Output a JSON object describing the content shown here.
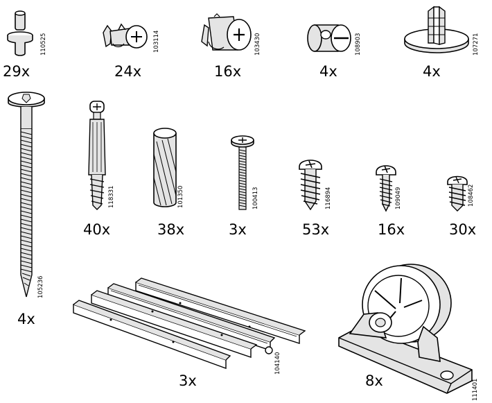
{
  "colors": {
    "ink": "#000000",
    "fill": "#e4e4e4",
    "paper": "#ffffff"
  },
  "parts": [
    {
      "id": "dowel-cap",
      "qty": "29x",
      "code": "110525"
    },
    {
      "id": "cam-lock-small",
      "qty": "24x",
      "code": "103114"
    },
    {
      "id": "cam-lock-large",
      "qty": "16x",
      "code": "103430"
    },
    {
      "id": "barrel-nut",
      "qty": "4x",
      "code": "108903"
    },
    {
      "id": "leveling-foot",
      "qty": "4x",
      "code": "107271"
    },
    {
      "id": "long-bolt",
      "qty": "4x",
      "code": "105236"
    },
    {
      "id": "cam-dowel",
      "qty": "40x",
      "code": "118331"
    },
    {
      "id": "wood-dowel",
      "qty": "38x",
      "code": "101350"
    },
    {
      "id": "machine-screw",
      "qty": "3x",
      "code": "100413"
    },
    {
      "id": "screw-medium",
      "qty": "53x",
      "code": "116894"
    },
    {
      "id": "screw-small",
      "qty": "16x",
      "code": "109049"
    },
    {
      "id": "screw-short",
      "qty": "30x",
      "code": "108462"
    },
    {
      "id": "drawer-rail",
      "qty": "3x",
      "code": "104140"
    },
    {
      "id": "castor-wheel",
      "qty": "8x",
      "code": "111401"
    }
  ]
}
